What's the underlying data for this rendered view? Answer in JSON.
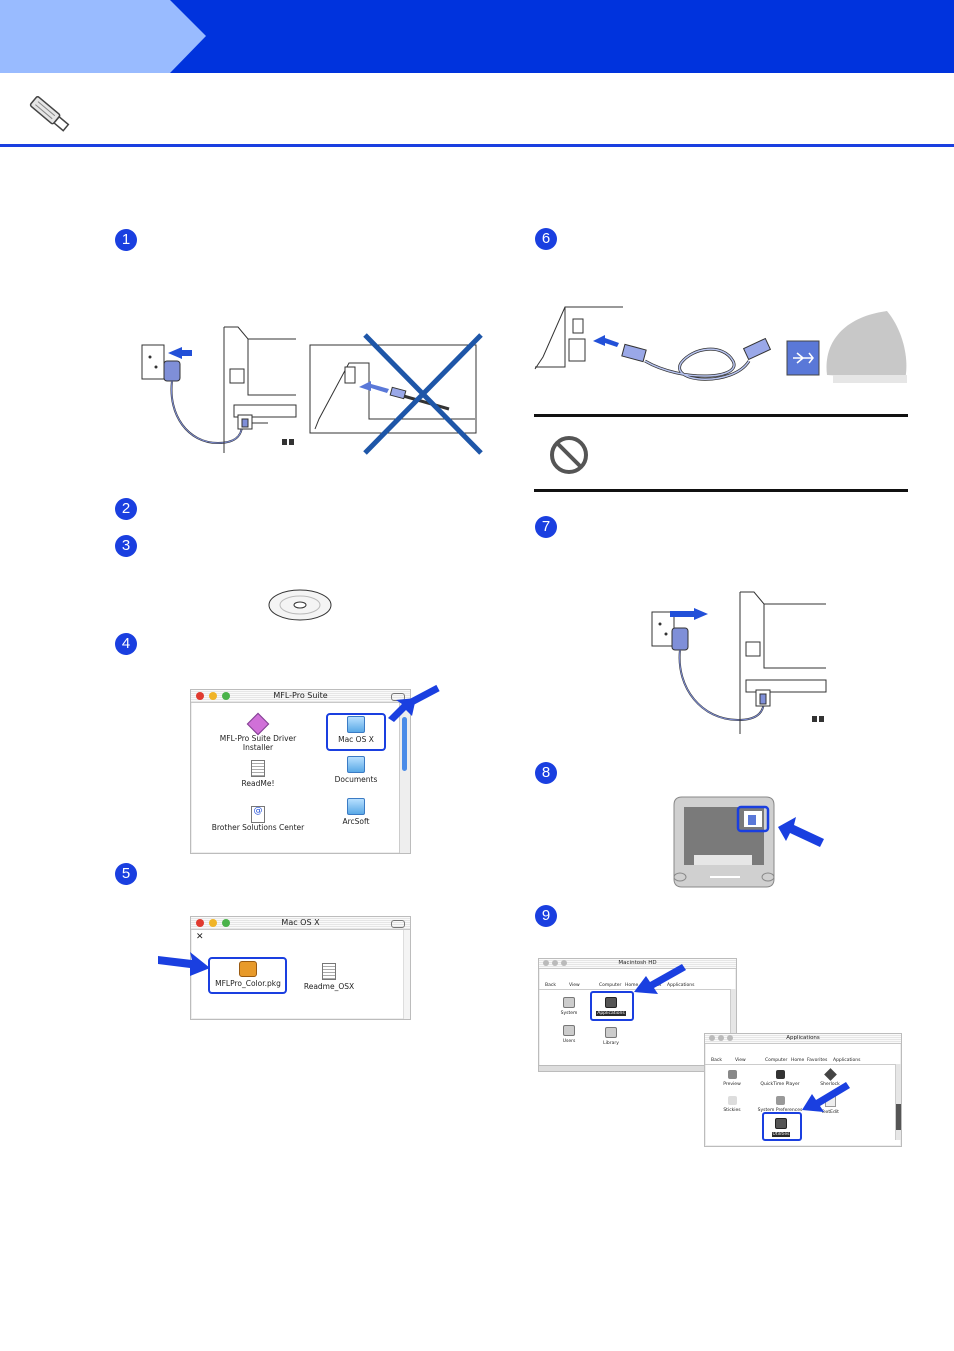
{
  "header": {
    "band_color": "#0033dd",
    "tab_color": "#99bbff"
  },
  "icons": {
    "usb_cable": "usb-cable-icon",
    "prohibited": "prohibited-icon"
  },
  "steps": [
    {
      "number": "1"
    },
    {
      "number": "2"
    },
    {
      "number": "3"
    },
    {
      "number": "4"
    },
    {
      "number": "5"
    },
    {
      "number": "6"
    },
    {
      "number": "7"
    },
    {
      "number": "8"
    },
    {
      "number": "9"
    }
  ],
  "mfl_window": {
    "title": "MFL-Pro Suite",
    "items": {
      "driver_installer": "MFL-Pro Suite Driver Installer",
      "mac_os_x": "Mac OS X",
      "readme": "ReadMe!",
      "documents": "Documents",
      "brother_solutions": "Brother Solutions Center",
      "arcsoft": "ArcSoft"
    }
  },
  "macosx_window": {
    "title": "Mac OS X",
    "items": {
      "pkg": "MFLPro_Color.pkg",
      "readme": "Readme_OSX"
    }
  },
  "macintosh_hd_window": {
    "title": "Macintosh HD",
    "toolbar": [
      "Back",
      "View",
      "Computer",
      "Home",
      "Favorites",
      "Applications"
    ],
    "items": {
      "system": "System",
      "applications": "Applications",
      "users": "Users",
      "library": "Library"
    }
  },
  "applications_window": {
    "title": "Applications",
    "toolbar": [
      "Back",
      "View",
      "Computer",
      "Home",
      "Favorites",
      "Applications"
    ],
    "items": {
      "preview": "Preview",
      "quicktime": "QuickTime Player",
      "sherlock": "Sherlock",
      "stickies": "Stickies",
      "system_prefs": "System Preferences",
      "textedit": "TextEdit",
      "utilities": "Utilities"
    }
  }
}
